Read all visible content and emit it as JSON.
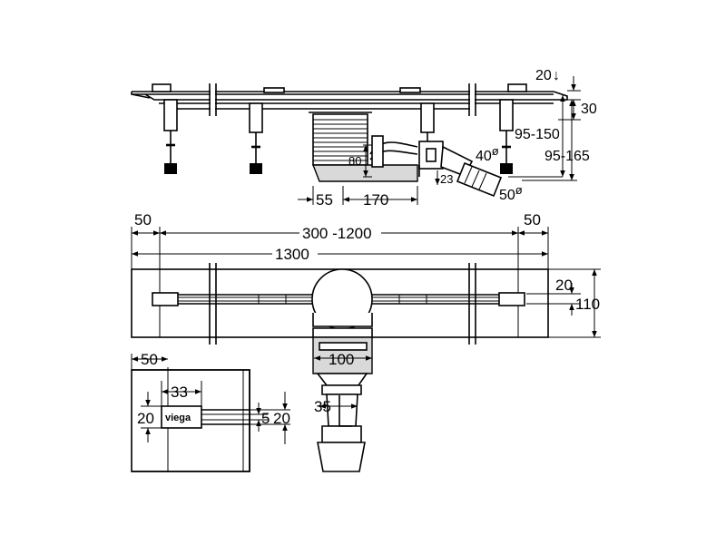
{
  "side_view": {
    "dim_top_offset": "20",
    "dim_depth": "30",
    "dim_height_range_a": "95-150",
    "dim_height_range_b": "95-165",
    "dim_outlet_height": "80",
    "dim_outlet_offset": "23",
    "dim_angle_label": "40",
    "dim_pipe_dia": "50",
    "dim_body_width": "55",
    "dim_outlet_length": "170",
    "diameter_symbol": "ø"
  },
  "top_view": {
    "dim_end_left": "50",
    "dim_length_range": "300 -1200",
    "dim_end_right": "50",
    "dim_total_length": "1300",
    "dim_channel_width": "20",
    "dim_total_width": "110",
    "dim_outlet_width": "100",
    "dim_pipe_width": "35"
  },
  "detail_view": {
    "dim_end": "50",
    "dim_logo_width": "33",
    "dim_logo_height": "20",
    "dim_slot": "5",
    "dim_slot_total": "20",
    "logo_text": "viega"
  },
  "colors": {
    "line": "#000000",
    "background": "#ffffff",
    "shade": "#d9d9d9"
  }
}
